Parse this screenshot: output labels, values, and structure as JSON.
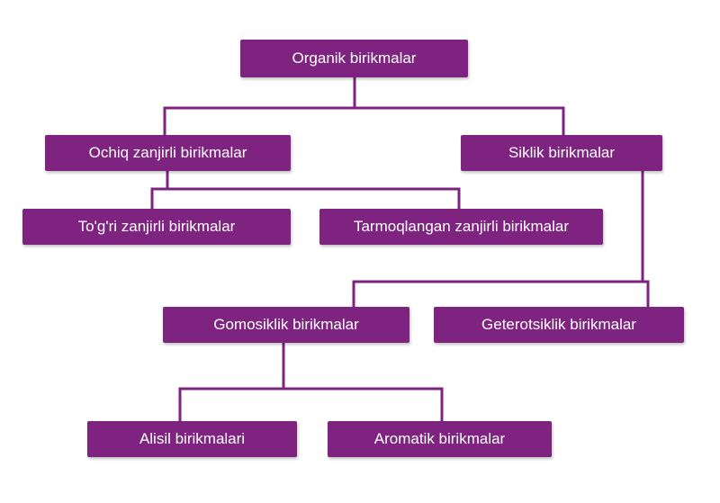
{
  "colors": {
    "node_fill": "#7e2480",
    "connector": "#7e2480",
    "node_text": "#ffffff"
  },
  "nodes": {
    "root": {
      "label": "Organik birikmalar"
    },
    "open_chain": {
      "label": "Ochiq zanjirli birikmalar"
    },
    "cyclic": {
      "label": "Siklik birikmalar"
    },
    "straight_chain": {
      "label": "To'g'ri zanjirli birikmalar"
    },
    "branched_chain": {
      "label": "Tarmoqlangan zanjirli birikmalar"
    },
    "homocyclic": {
      "label": "Gomosiklik birikmalar"
    },
    "heterocyclic": {
      "label": "Geterotsiklik birikmalar"
    },
    "alicyclic": {
      "label": "Alisil birikmalari"
    },
    "aromatic": {
      "label": "Aromatik birikmalar"
    }
  },
  "edges": [
    [
      "root",
      "open_chain"
    ],
    [
      "root",
      "cyclic"
    ],
    [
      "open_chain",
      "straight_chain"
    ],
    [
      "open_chain",
      "branched_chain"
    ],
    [
      "cyclic",
      "homocyclic"
    ],
    [
      "cyclic",
      "heterocyclic"
    ],
    [
      "homocyclic",
      "alicyclic"
    ],
    [
      "homocyclic",
      "aromatic"
    ]
  ]
}
